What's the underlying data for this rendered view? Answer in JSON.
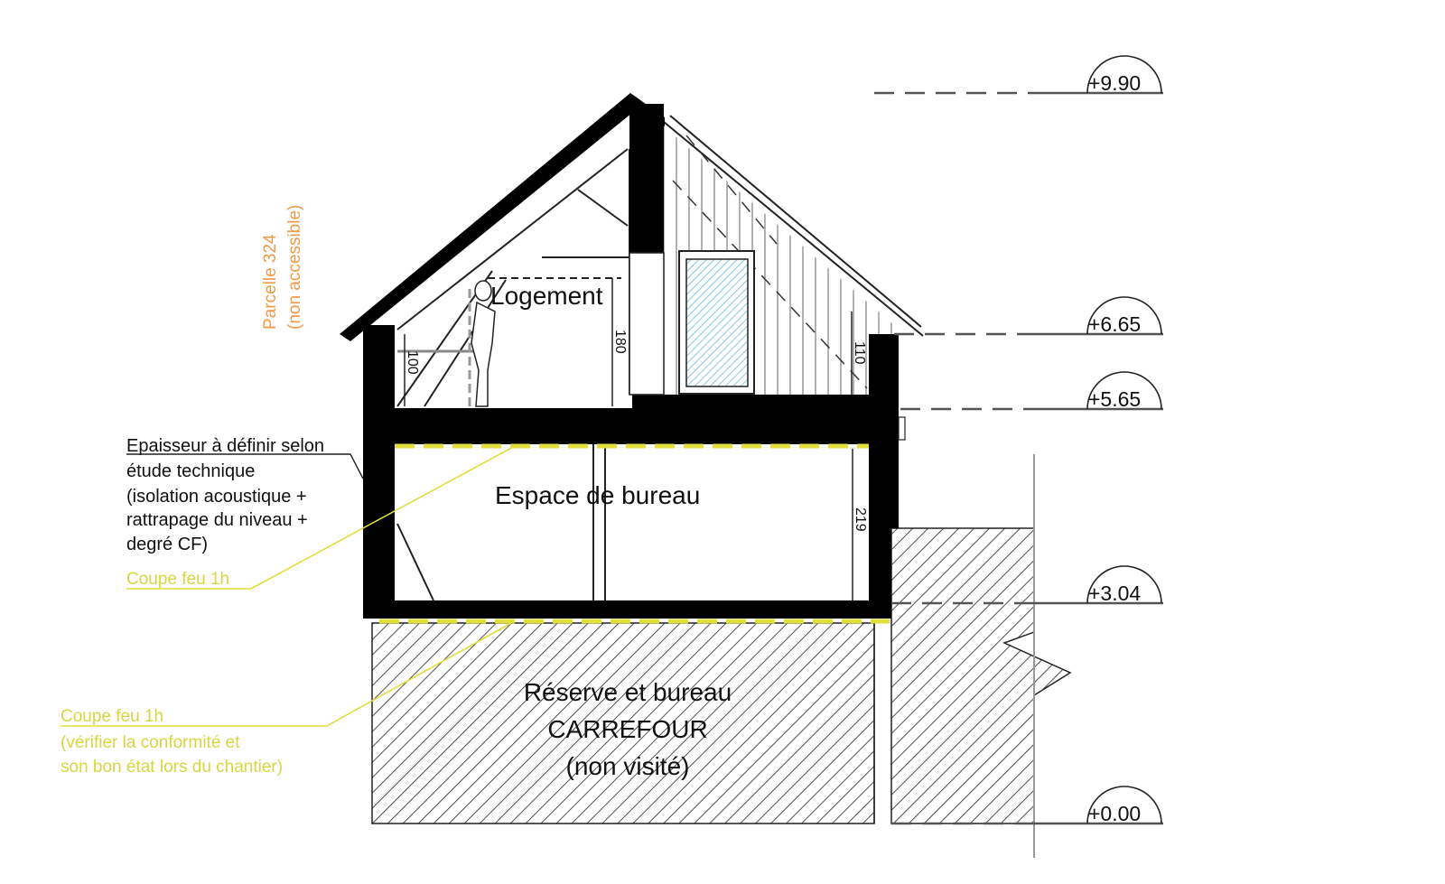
{
  "rooms": {
    "logement": "Logement",
    "bureau": "Espace de bureau",
    "reserve_line1": "Réserve et bureau",
    "reserve_line2": "CARREFOUR",
    "reserve_line3": "(non visité)"
  },
  "levels": [
    "+9.90",
    "+6.65",
    "+5.65",
    "+3.04",
    "+0.00"
  ],
  "dimensions": {
    "d100": "100",
    "d180": "180",
    "d110": "110",
    "d219": "219"
  },
  "parcel": {
    "line1": "Parcelle 324",
    "line2": "(non accessible)"
  },
  "notes": {
    "epaisseur": [
      "Epaisseur à définir selon",
      "étude technique",
      "(isolation acoustique +",
      "rattrapage du niveau +",
      "degré CF)"
    ],
    "coupe_feu_upper": "Coupe feu 1h",
    "coupe_feu_lower": [
      "Coupe feu 1h",
      "(vérifier la conformité et",
      "son bon état lors du chantier)"
    ]
  },
  "colors": {
    "wall": "#000000",
    "fire_line": "#e0de3a",
    "parcel_text": "#f29a45",
    "window_hatch": "#5fb3e0"
  }
}
